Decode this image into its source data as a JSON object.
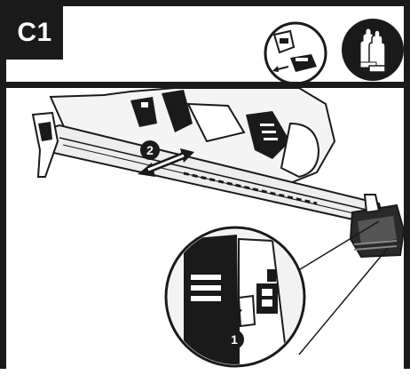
{
  "step": {
    "label": "C1"
  },
  "callouts": [
    {
      "number": "1"
    },
    {
      "number": "2"
    }
  ],
  "icons": {
    "battery": "battery-removal-icon",
    "gloves": "gloves-icon"
  },
  "colors": {
    "ink": "#1a1a1a",
    "paper": "#ffffff",
    "shade": "#9a9a9a"
  }
}
